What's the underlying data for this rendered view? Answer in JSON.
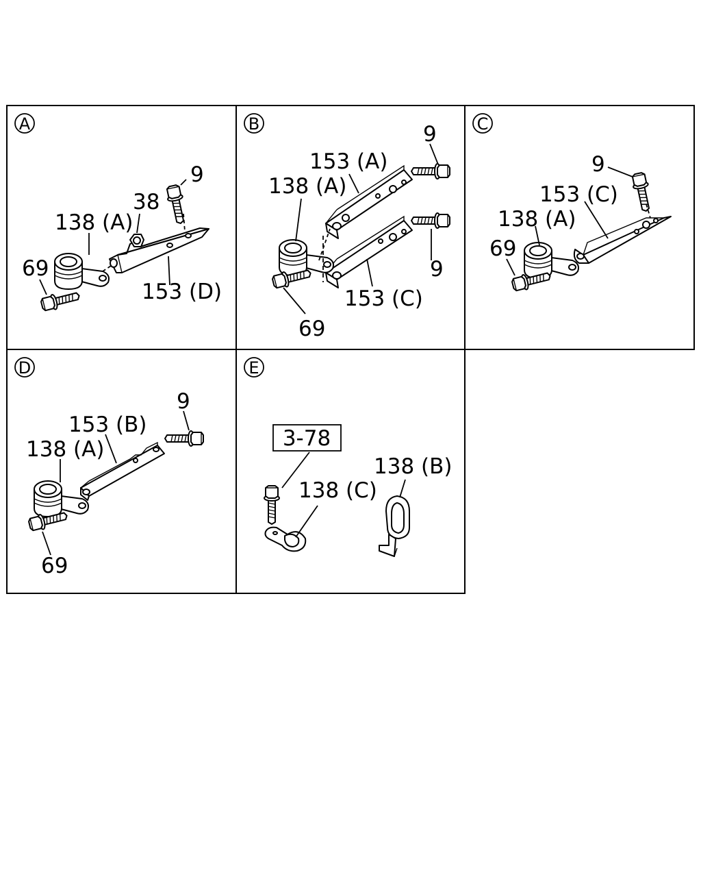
{
  "panels": [
    {
      "letter": "A",
      "callouts": [
        {
          "text": "9"
        },
        {
          "text": "38"
        },
        {
          "text": "138 (A)"
        },
        {
          "text": "69"
        },
        {
          "text": "153 (D)"
        }
      ]
    },
    {
      "letter": "B",
      "callouts": [
        {
          "text": "9"
        },
        {
          "text": "153 (A)"
        },
        {
          "text": "138 (A)"
        },
        {
          "text": "9"
        },
        {
          "text": "153 (C)"
        },
        {
          "text": "69"
        }
      ]
    },
    {
      "letter": "C",
      "callouts": [
        {
          "text": "9"
        },
        {
          "text": "153 (C)"
        },
        {
          "text": "138 (A)"
        },
        {
          "text": "69"
        }
      ]
    },
    {
      "letter": "D",
      "callouts": [
        {
          "text": "9"
        },
        {
          "text": "153 (B)"
        },
        {
          "text": "138 (A)"
        },
        {
          "text": "69"
        }
      ]
    },
    {
      "letter": "E",
      "callouts": [
        {
          "text": "3-78"
        },
        {
          "text": "138 (C)"
        },
        {
          "text": "138 (B)"
        }
      ]
    }
  ]
}
